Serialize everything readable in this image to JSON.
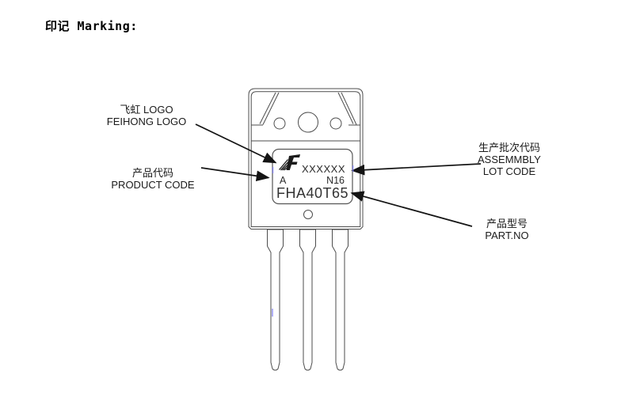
{
  "title": "印记 Marking:",
  "callouts": {
    "feihong_logo": {
      "zh": "飞虹 LOGO",
      "en": "FEIHONG LOGO"
    },
    "product_code": {
      "zh": "产品代码",
      "en": "PRODUCT CODE"
    },
    "assembly_lot_code": {
      "zh": "生产批次代码",
      "en_line1": "ASSEMMBLY",
      "en_line2": "LOT CODE"
    },
    "part_no": {
      "zh": "产品型号",
      "en": "PART.NO"
    }
  },
  "marking": {
    "logo_icon": "feihong-logo-icon",
    "lot_code": "XXXXXX",
    "product_code": "A",
    "date_code": "N16",
    "part_number": "FHA40T65"
  },
  "colors": {
    "outline": "#4d4d4d",
    "label_outline": "#555555",
    "arrow": "#141414",
    "text": "#1a1a1a",
    "marking_text": "#333333",
    "artifact_blue": "#7b7bf0"
  }
}
